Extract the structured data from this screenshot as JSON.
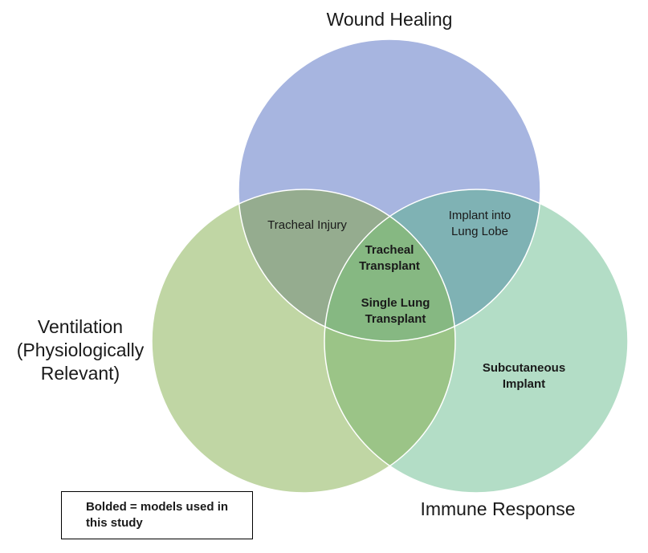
{
  "diagram": {
    "type": "venn",
    "sets": [
      {
        "label": "Wound Healing",
        "color": "#A7B5E0"
      },
      {
        "label": "Ventilation\n(Physiologically\nRelevant)",
        "color": "#C0D6A4"
      },
      {
        "label": "Immune Response",
        "color": "#B3DDC6"
      }
    ],
    "regions": [
      {
        "label": "Tracheal Injury",
        "sets": [
          "Wound Healing",
          "Ventilation"
        ],
        "bold": false,
        "color": "#95AC8F"
      },
      {
        "label": "Implant into\nLung Lobe",
        "sets": [
          "Wound Healing",
          "Immune Response"
        ],
        "bold": false,
        "color": "#7FB2B4"
      },
      {
        "label": "Tracheal\nTransplant",
        "sets": [
          "Wound Healing",
          "Ventilation",
          "Immune Response"
        ],
        "bold": true,
        "color": "#86B882"
      },
      {
        "label": "Single Lung\nTransplant",
        "sets": [
          "Wound Healing",
          "Ventilation",
          "Immune Response"
        ],
        "bold": true,
        "color": "#86B882"
      },
      {
        "label": "Subcutaneous\nImplant",
        "sets": [
          "Immune Response"
        ],
        "bold": true,
        "color": "#B3DDC6"
      }
    ],
    "vent_immune_overlap_color": "#9BC487",
    "legend": "Bolded = models used in\nthis study"
  }
}
